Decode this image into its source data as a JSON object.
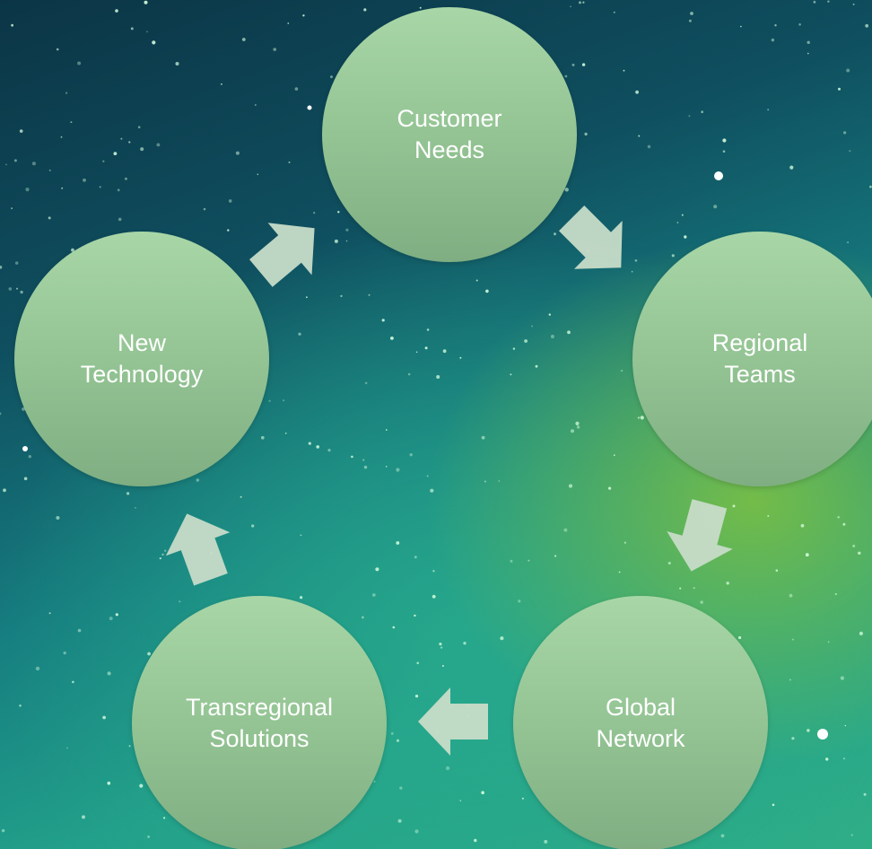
{
  "diagram": {
    "nodes": [
      {
        "id": "customer-needs",
        "lines": [
          "Customer",
          "Needs"
        ]
      },
      {
        "id": "regional-teams",
        "lines": [
          "Regional",
          "Teams"
        ]
      },
      {
        "id": "global-network",
        "lines": [
          "Global",
          "Network"
        ]
      },
      {
        "id": "transregional-solutions",
        "lines": [
          "Transregional",
          "Solutions"
        ]
      },
      {
        "id": "new-technology",
        "lines": [
          "New",
          "Technology"
        ]
      }
    ],
    "edges": [
      {
        "from": "customer-needs",
        "to": "regional-teams"
      },
      {
        "from": "regional-teams",
        "to": "global-network"
      },
      {
        "from": "global-network",
        "to": "transregional-solutions"
      },
      {
        "from": "transregional-solutions",
        "to": "new-technology"
      },
      {
        "from": "new-technology",
        "to": "customer-needs"
      }
    ],
    "colors": {
      "node_fill_top": "#a8d6a7",
      "node_fill_bottom": "#7fae82",
      "node_text": "#ffffff",
      "arrow_fill": "#c7dcc8",
      "background_dark": "#0b3546",
      "background_teal": "#22a08a",
      "background_green": "#78be46"
    }
  }
}
